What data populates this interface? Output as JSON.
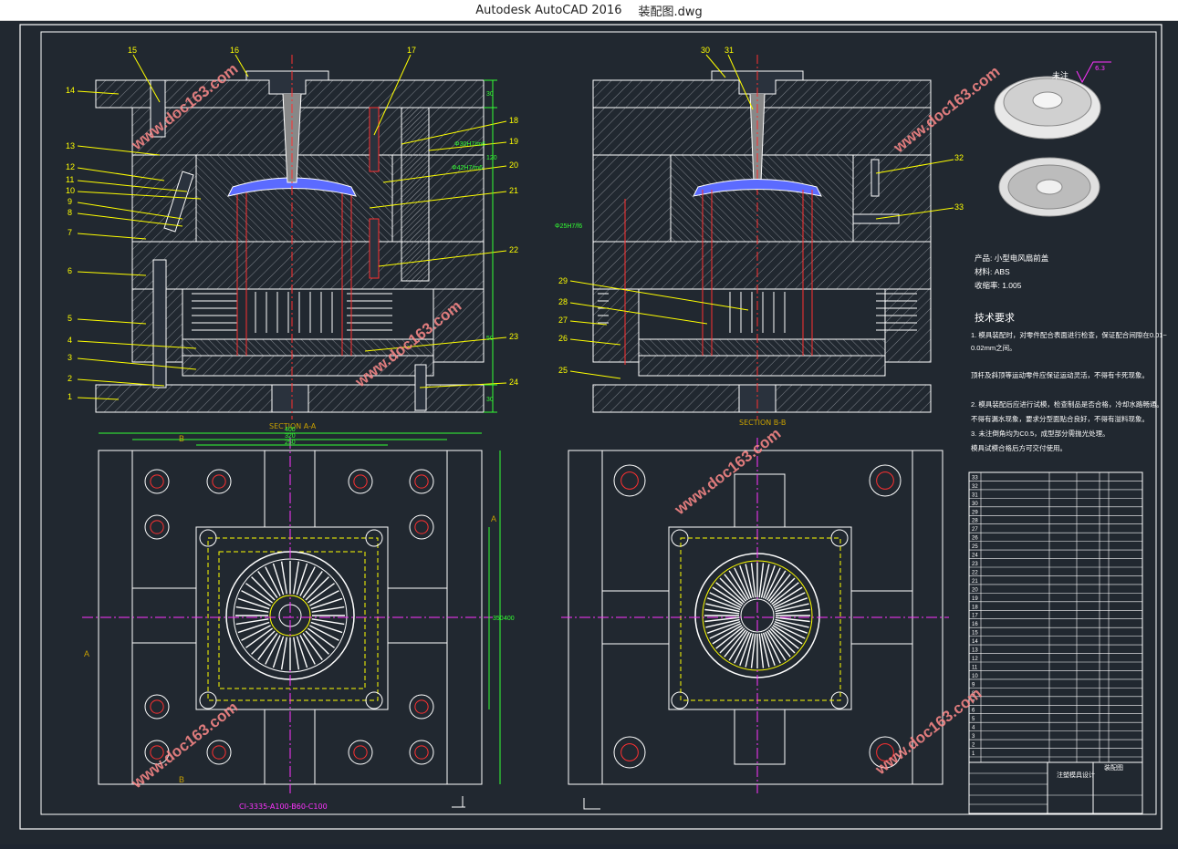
{
  "window": {
    "app_title": "Autodesk AutoCAD 2016",
    "file_name": "装配图.dwg"
  },
  "drawing": {
    "left_section_label": "SECTION A-A",
    "right_section_label": "SECTION B-B",
    "left_callouts": [
      "14",
      "13",
      "12",
      "11",
      "10",
      "9",
      "8",
      "7",
      "6",
      "5",
      "4",
      "3",
      "2",
      "1"
    ],
    "top_callouts": [
      "15",
      "16",
      "17"
    ],
    "right_callouts_left_view": [
      "18",
      "19",
      "20",
      "21",
      "22",
      "23",
      "24"
    ],
    "right_view_top_callouts": [
      "30",
      "31"
    ],
    "right_view_right_callouts": [
      "32",
      "33"
    ],
    "right_view_left_callouts": [
      "29",
      "28",
      "27",
      "26",
      "25"
    ],
    "fit_labels": [
      "Φ30H7/m6",
      "Φ42H7/m6",
      "Φ25H7/f6"
    ],
    "dims_top": [
      "400",
      "320",
      "250"
    ],
    "dims_side": [
      "350",
      "400"
    ],
    "dims_vertical": [
      "30",
      "120",
      "30",
      "50"
    ],
    "section_marks": [
      "B",
      "B",
      "A",
      "A"
    ],
    "plan_bottom_label": "CI-3335-A100-B60-C100",
    "product": {
      "name_line": "产品: 小型电风扇前盖",
      "material_line": "材料: ABS",
      "shrink_line": "收缩率: 1.005"
    },
    "surface_note": "未注",
    "surface_value": "6.3",
    "tech_title": "技术要求",
    "tech_lines": [
      "1. 模具装配时，对零件配合表面进行检查，保证配合间隙在0.01~",
      "0.02mm之间。",
      "顶杆及斜顶等运动零件应保证运动灵活，不得有卡死现象。",
      "2. 模具装配后应进行试模，检查制品是否合格，冷却水路畅通。",
      "不得有漏水现象，要求分型面贴合良好，不得有溢料现象。",
      "3. 未注倒角均为C0.5，成型部分需抛光处理。",
      "模具试模合格后方可交付使用。"
    ],
    "bom_rows": [
      "33",
      "32",
      "31",
      "30",
      "29",
      "28",
      "27",
      "26",
      "25",
      "24",
      "23",
      "22",
      "21",
      "20",
      "19",
      "18",
      "17",
      "16",
      "15",
      "14",
      "13",
      "12",
      "11",
      "10",
      "9",
      "8",
      "7",
      "6",
      "5",
      "4",
      "3",
      "2",
      "1"
    ],
    "title_block": {
      "title": "注塑模具设计",
      "drawing_name": "装配图"
    },
    "watermark": "www.doc163.com"
  },
  "colors": {
    "background": "#212830",
    "outline": "#ffffff",
    "hatch": "#8c8f96",
    "leader": "#ffff00",
    "red": "#ff3030",
    "green": "#33ff33",
    "cyan": "#00e5ff",
    "magenta": "#ff33ff",
    "watermark": "#ff9090"
  }
}
